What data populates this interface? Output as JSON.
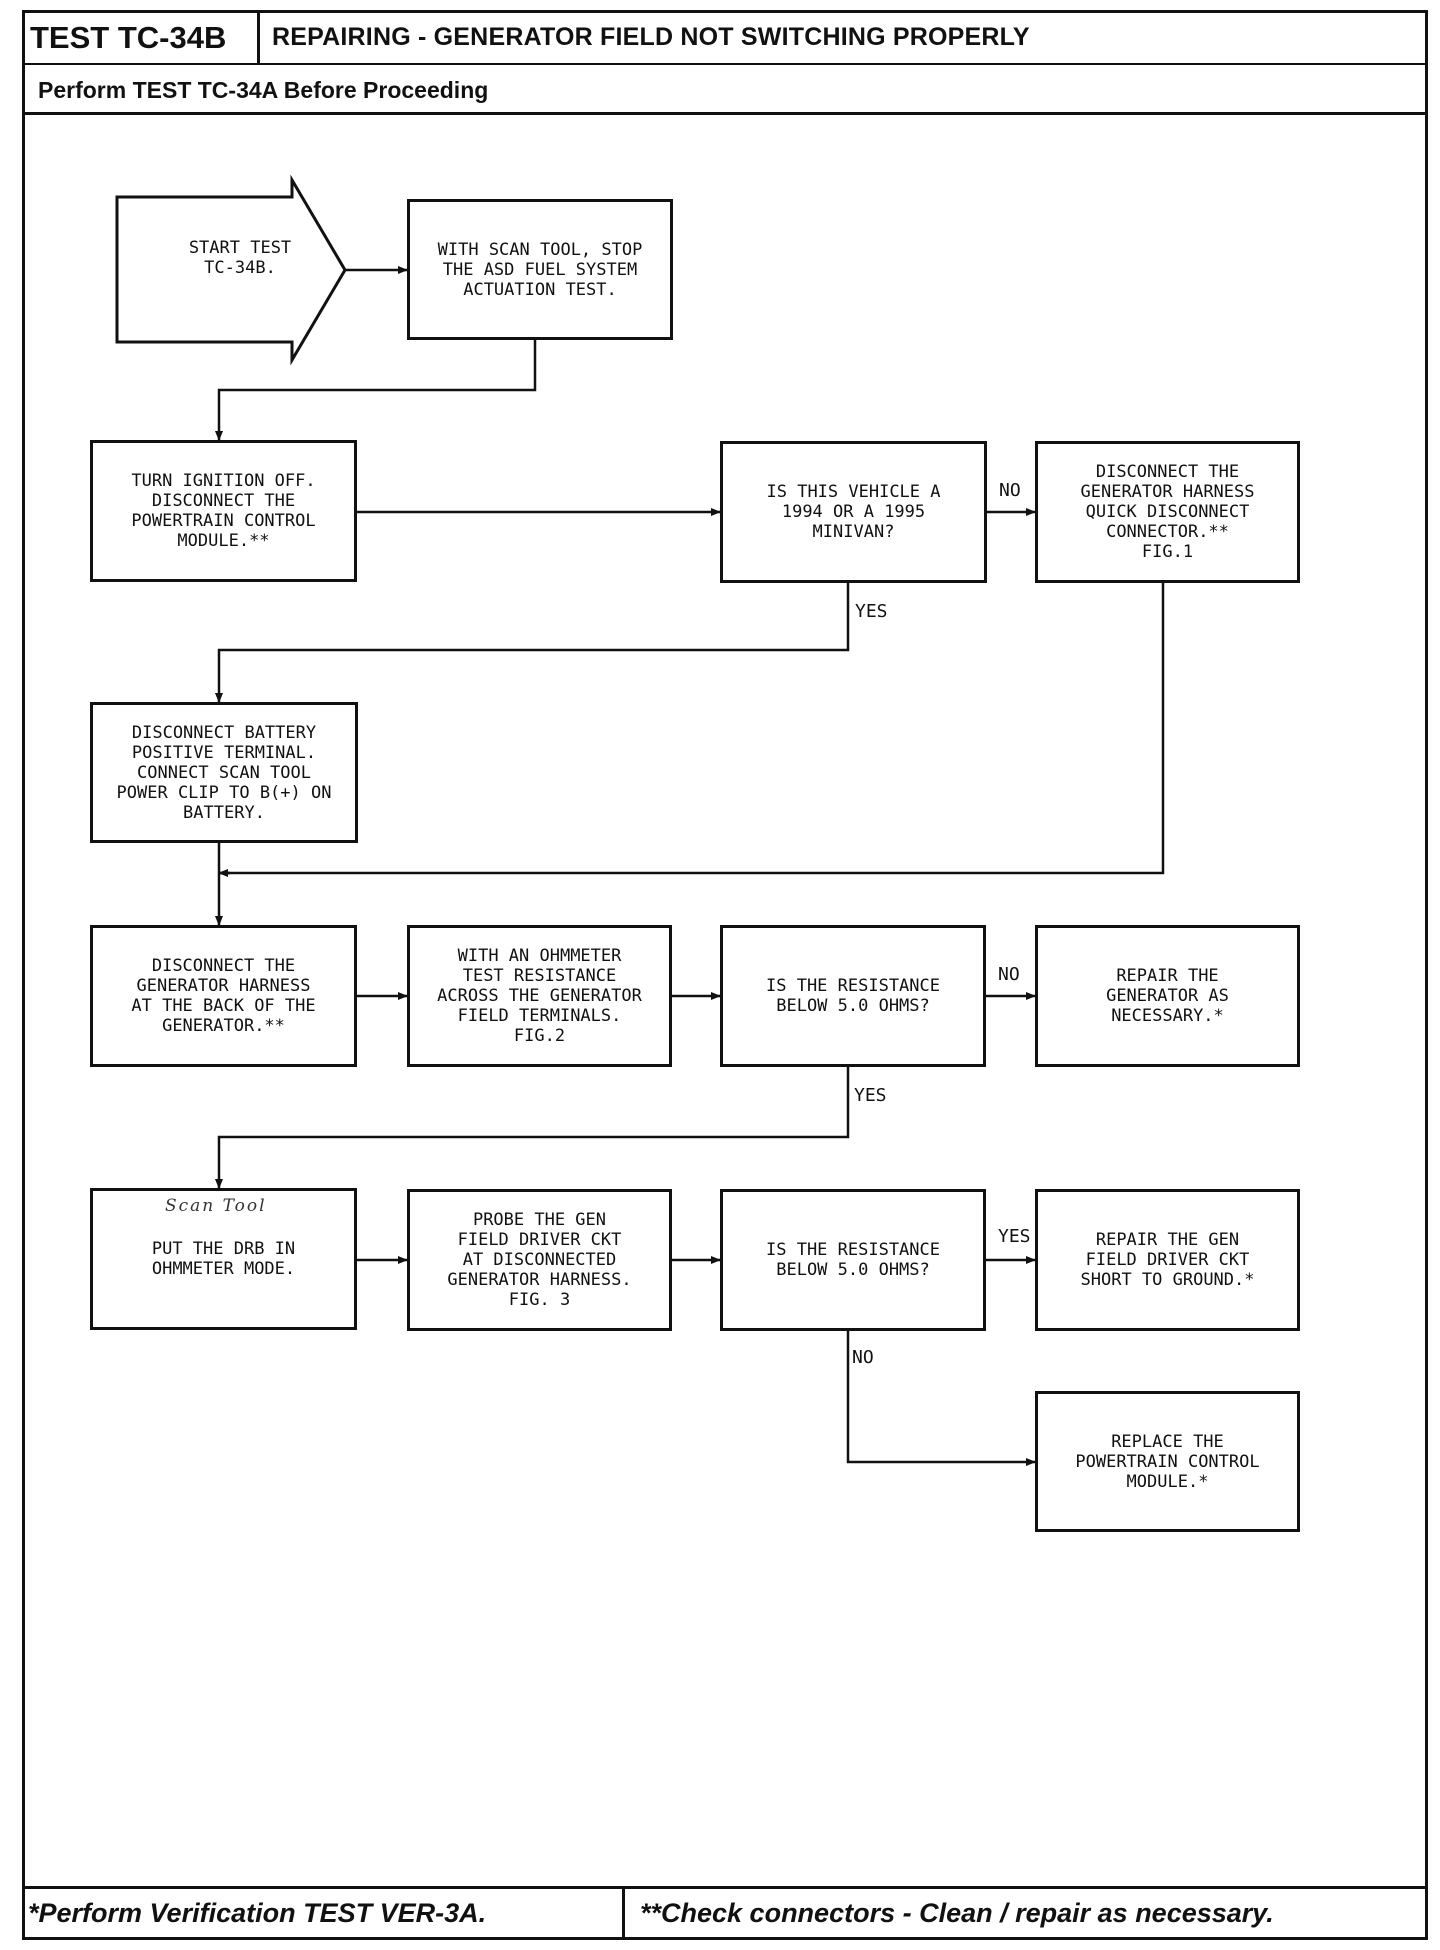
{
  "header": {
    "test_id": "TEST TC-34B",
    "title": "REPAIRING - GENERATOR FIELD NOT SWITCHING PROPERLY",
    "prerequisite": "Perform TEST TC-34A Before Proceeding"
  },
  "flowchart": {
    "start": "START TEST\nTC-34B.",
    "nodes": {
      "stop_asd": "WITH SCAN TOOL, STOP\nTHE ASD FUEL SYSTEM\nACTUATION TEST.",
      "ignition_off": "TURN IGNITION OFF.\nDISCONNECT THE\nPOWERTRAIN CONTROL\nMODULE.**",
      "is_minivan": "IS THIS VEHICLE A\n1994 OR A 1995\nMINIVAN?",
      "disconnect_quick": "DISCONNECT THE\nGENERATOR HARNESS\nQUICK DISCONNECT\nCONNECTOR.**\nFIG.1",
      "disconnect_battery": "DISCONNECT BATTERY\nPOSITIVE TERMINAL.\nCONNECT SCAN TOOL\nPOWER CLIP TO B(+) ON\nBATTERY.",
      "disconnect_back": "DISCONNECT THE\nGENERATOR HARNESS\nAT THE BACK OF THE\nGENERATOR.**",
      "ohmmeter_test": "WITH AN OHMMETER\nTEST RESISTANCE\nACROSS THE GENERATOR\nFIELD TERMINALS.\nFIG.2",
      "resistance_q1": "IS THE RESISTANCE\nBELOW 5.0 OHMS?",
      "repair_generator": "REPAIR THE\nGENERATOR AS\nNECESSARY.*",
      "ohmmeter_mode": "PUT THE DRB IN\nOHMMETER MODE.",
      "probe_gen": "PROBE THE GEN\nFIELD DRIVER CKT\nAT DISCONNECTED\nGENERATOR HARNESS.\nFIG. 3",
      "resistance_q2": "IS THE RESISTANCE\nBELOW 5.0 OHMS?",
      "repair_short": "REPAIR THE GEN\nFIELD DRIVER CKT\nSHORT TO GROUND.*",
      "replace_pcm": "REPLACE THE\nPOWERTRAIN CONTROL\nMODULE.*"
    },
    "labels": {
      "minivan_no": "NO",
      "minivan_yes": "YES",
      "res1_no": "NO",
      "res1_yes": "YES",
      "res2_yes": "YES",
      "res2_no": "NO"
    },
    "handwritten_note": "Scan Tool"
  },
  "footer": {
    "note_single": "*Perform Verification TEST VER-3A.",
    "note_double": "**Check connectors - Clean / repair as necessary."
  }
}
